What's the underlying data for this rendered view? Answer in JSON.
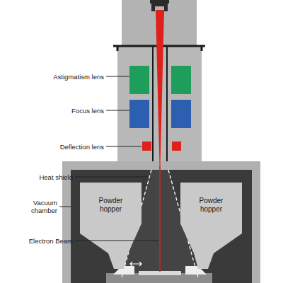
{
  "diagram": {
    "nodes": [
      {
        "text": [
          "Powder hopper"
        ]
      },
      {
        "text": [
          "Powder hopper"
        ]
      }
    ],
    "labels": [
      "Astigmatism lens",
      "Focus lens",
      "Deflection lens",
      "Heat shield",
      "Vacuum chamber",
      "Electron Beam"
    ]
  }
}
